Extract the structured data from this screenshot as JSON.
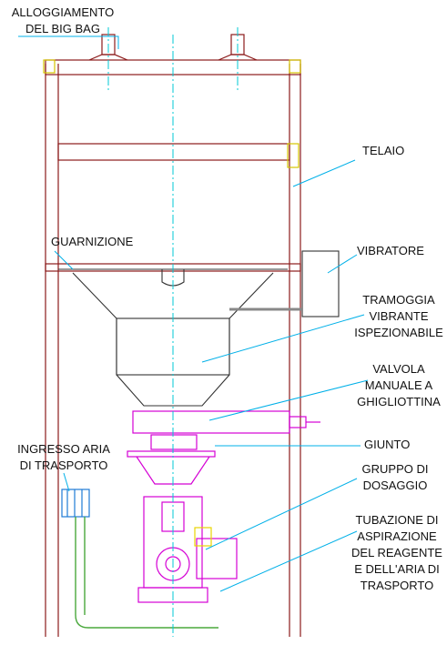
{
  "labels": {
    "big_bag_1": "ALLOGGIAMENTO",
    "big_bag_2": "DEL BIG BAG",
    "telaio": "TELAIO",
    "guarnizione": "GUARNIZIONE",
    "vibratore": "VIBRATORE",
    "tramoggia_1": "TRAMOGGIA",
    "tramoggia_2": "VIBRANTE",
    "tramoggia_3": "ISPEZIONABILE",
    "valvola_1": "VALVOLA",
    "valvola_2": "MANUALE A",
    "valvola_3": "GHIGLIOTTINA",
    "giunto": "GIUNTO",
    "ingresso_1": "INGRESSO ARIA",
    "ingresso_2": "DI TRASPORTO",
    "gruppo_1": "GRUPPO DI",
    "gruppo_2": "DOSAGGIO",
    "tubazione_1": "TUBAZIONE DI",
    "tubazione_2": "ASPIRAZIONE",
    "tubazione_3": "DEL REAGENTE",
    "tubazione_4": "E DELL'ARIA DI",
    "tubazione_5": "TRASPORTO"
  },
  "colors": {
    "frame": "#8b1a1a",
    "axis": "#00c8d6",
    "machine": "#d400d4",
    "leader": "#00b0e8",
    "motor_accent": "#e8d400",
    "inlet_box": "#1e7ad6",
    "pipe": "#4aa83c"
  }
}
